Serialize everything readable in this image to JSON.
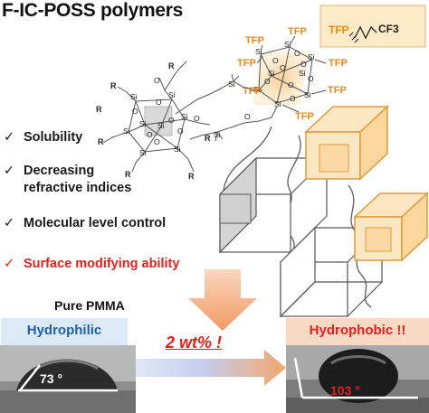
{
  "title": "F-IC-POSS polymers",
  "bullets": [
    {
      "mark": "✓",
      "text": "Solubility"
    },
    {
      "mark": "✓",
      "line1": "Decreasing",
      "line2": "refractive indices"
    },
    {
      "mark": "✓",
      "text": "Molecular level control"
    },
    {
      "mark": "✓",
      "text": "Surface modifying ability"
    }
  ],
  "structure": {
    "tfp_label": "TFP",
    "si": "Si",
    "o": "O",
    "r": "R",
    "cf3": "CF3"
  },
  "bottom": {
    "pure_label": "Pure PMMA",
    "hydrophilic": "Hydrophilic",
    "hydrophobic": "Hydrophobic !!",
    "concentration": "2 wt% !",
    "angle_left": "73 °",
    "angle_right": "103 °"
  },
  "colors": {
    "accent_red": "#e2211c",
    "blue_label": "#1f5fa8",
    "cube_orange": "#f0a13b",
    "cube_fill": "#fde7c2",
    "tfp_orange": "#e8891c"
  }
}
